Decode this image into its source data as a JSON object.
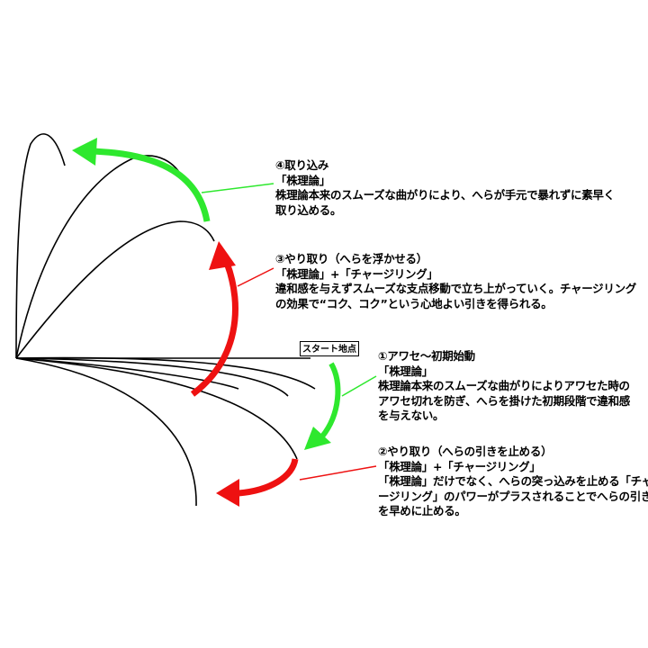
{
  "colors": {
    "green": "#2ee82e",
    "red": "#ee1111",
    "line": "#000000"
  },
  "start_label": "スタート地点",
  "notes": [
    {
      "title": "④取り込み",
      "sub": "「株理論」",
      "body": [
        "株理論本来のスムーズな曲がりにより、へらが手元で暴れずに素早く",
        "取り込める。"
      ]
    },
    {
      "title": "③やり取り（へらを浮かせる）",
      "sub": "「株理論」+「チャージリング」",
      "body": [
        "違和感を与えずスムーズな支点移動で立ち上がっていく。チャージリング",
        "の効果で“コク、コク”という心地よい引きを得られる。"
      ]
    },
    {
      "title": "①アワセ～初期始動",
      "sub": "「株理論」",
      "body": [
        "株理論本来のスムーズな曲がりによりアワセた時の",
        "アワセ切れを防ぎ、へらを掛けた初期段階で違和感",
        "を与えない。"
      ]
    },
    {
      "title": "②やり取り（へらの引きを止める）",
      "sub": "「株理論」+「チャージリング」",
      "body": [
        "「株理論」だけでなく、へらの突っ込みを止める「チャ",
        "ージリング」のパワーがプラスされることでへらの引き",
        "を早めに止める。"
      ]
    }
  ]
}
